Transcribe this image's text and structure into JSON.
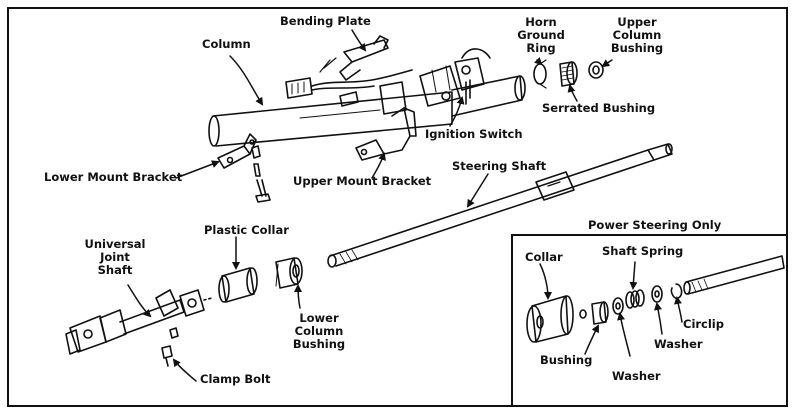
{
  "labels": {
    "bending_plate": "Bending Plate",
    "column": "Column",
    "horn_ground_ring": [
      "Horn",
      "Ground",
      "Ring"
    ],
    "upper_column_bushing": [
      "Upper",
      "Column",
      "Bushing"
    ],
    "serrated_bushing": "Serrated Bushing",
    "ignition_switch": "Ignition Switch",
    "lower_mount_bracket": "Lower Mount Bracket",
    "upper_mount_bracket": "Upper Mount Bracket",
    "steering_shaft": "Steering Shaft",
    "power_steering_only": "Power Steering Only",
    "universal_joint_shaft": [
      "Universal",
      "Joint",
      "Shaft"
    ],
    "plastic_collar": "Plastic Collar",
    "lower_column_bushing": [
      "Lower",
      "Column",
      "Bushing"
    ],
    "clamp_bolt": "Clamp Bolt",
    "collar": "Collar",
    "shaft_spring": "Shaft Spring",
    "bushing": "Bushing",
    "washer_left": "Washer",
    "washer_right": "Washer",
    "circlip": "Circlip"
  }
}
